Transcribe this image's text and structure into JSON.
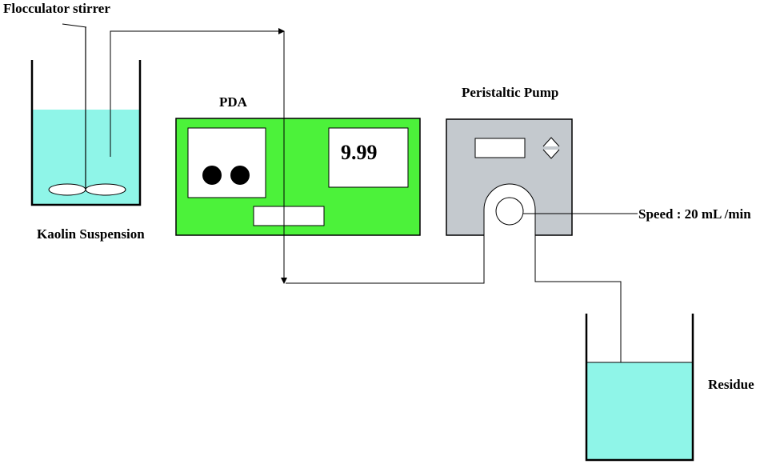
{
  "labels": {
    "stirrer": "Flocculator stirrer",
    "kaolin": "Kaolin Suspension",
    "pda": "PDA",
    "pda_display": "9.99",
    "pump": "Peristaltic Pump",
    "speed": "Speed : 20 mL /min",
    "residue": "Residue"
  },
  "colors": {
    "liquid": "#8ff5e8",
    "pda_body": "#4cf23a",
    "pump_body": "#c4c9ce",
    "line": "#000000"
  }
}
